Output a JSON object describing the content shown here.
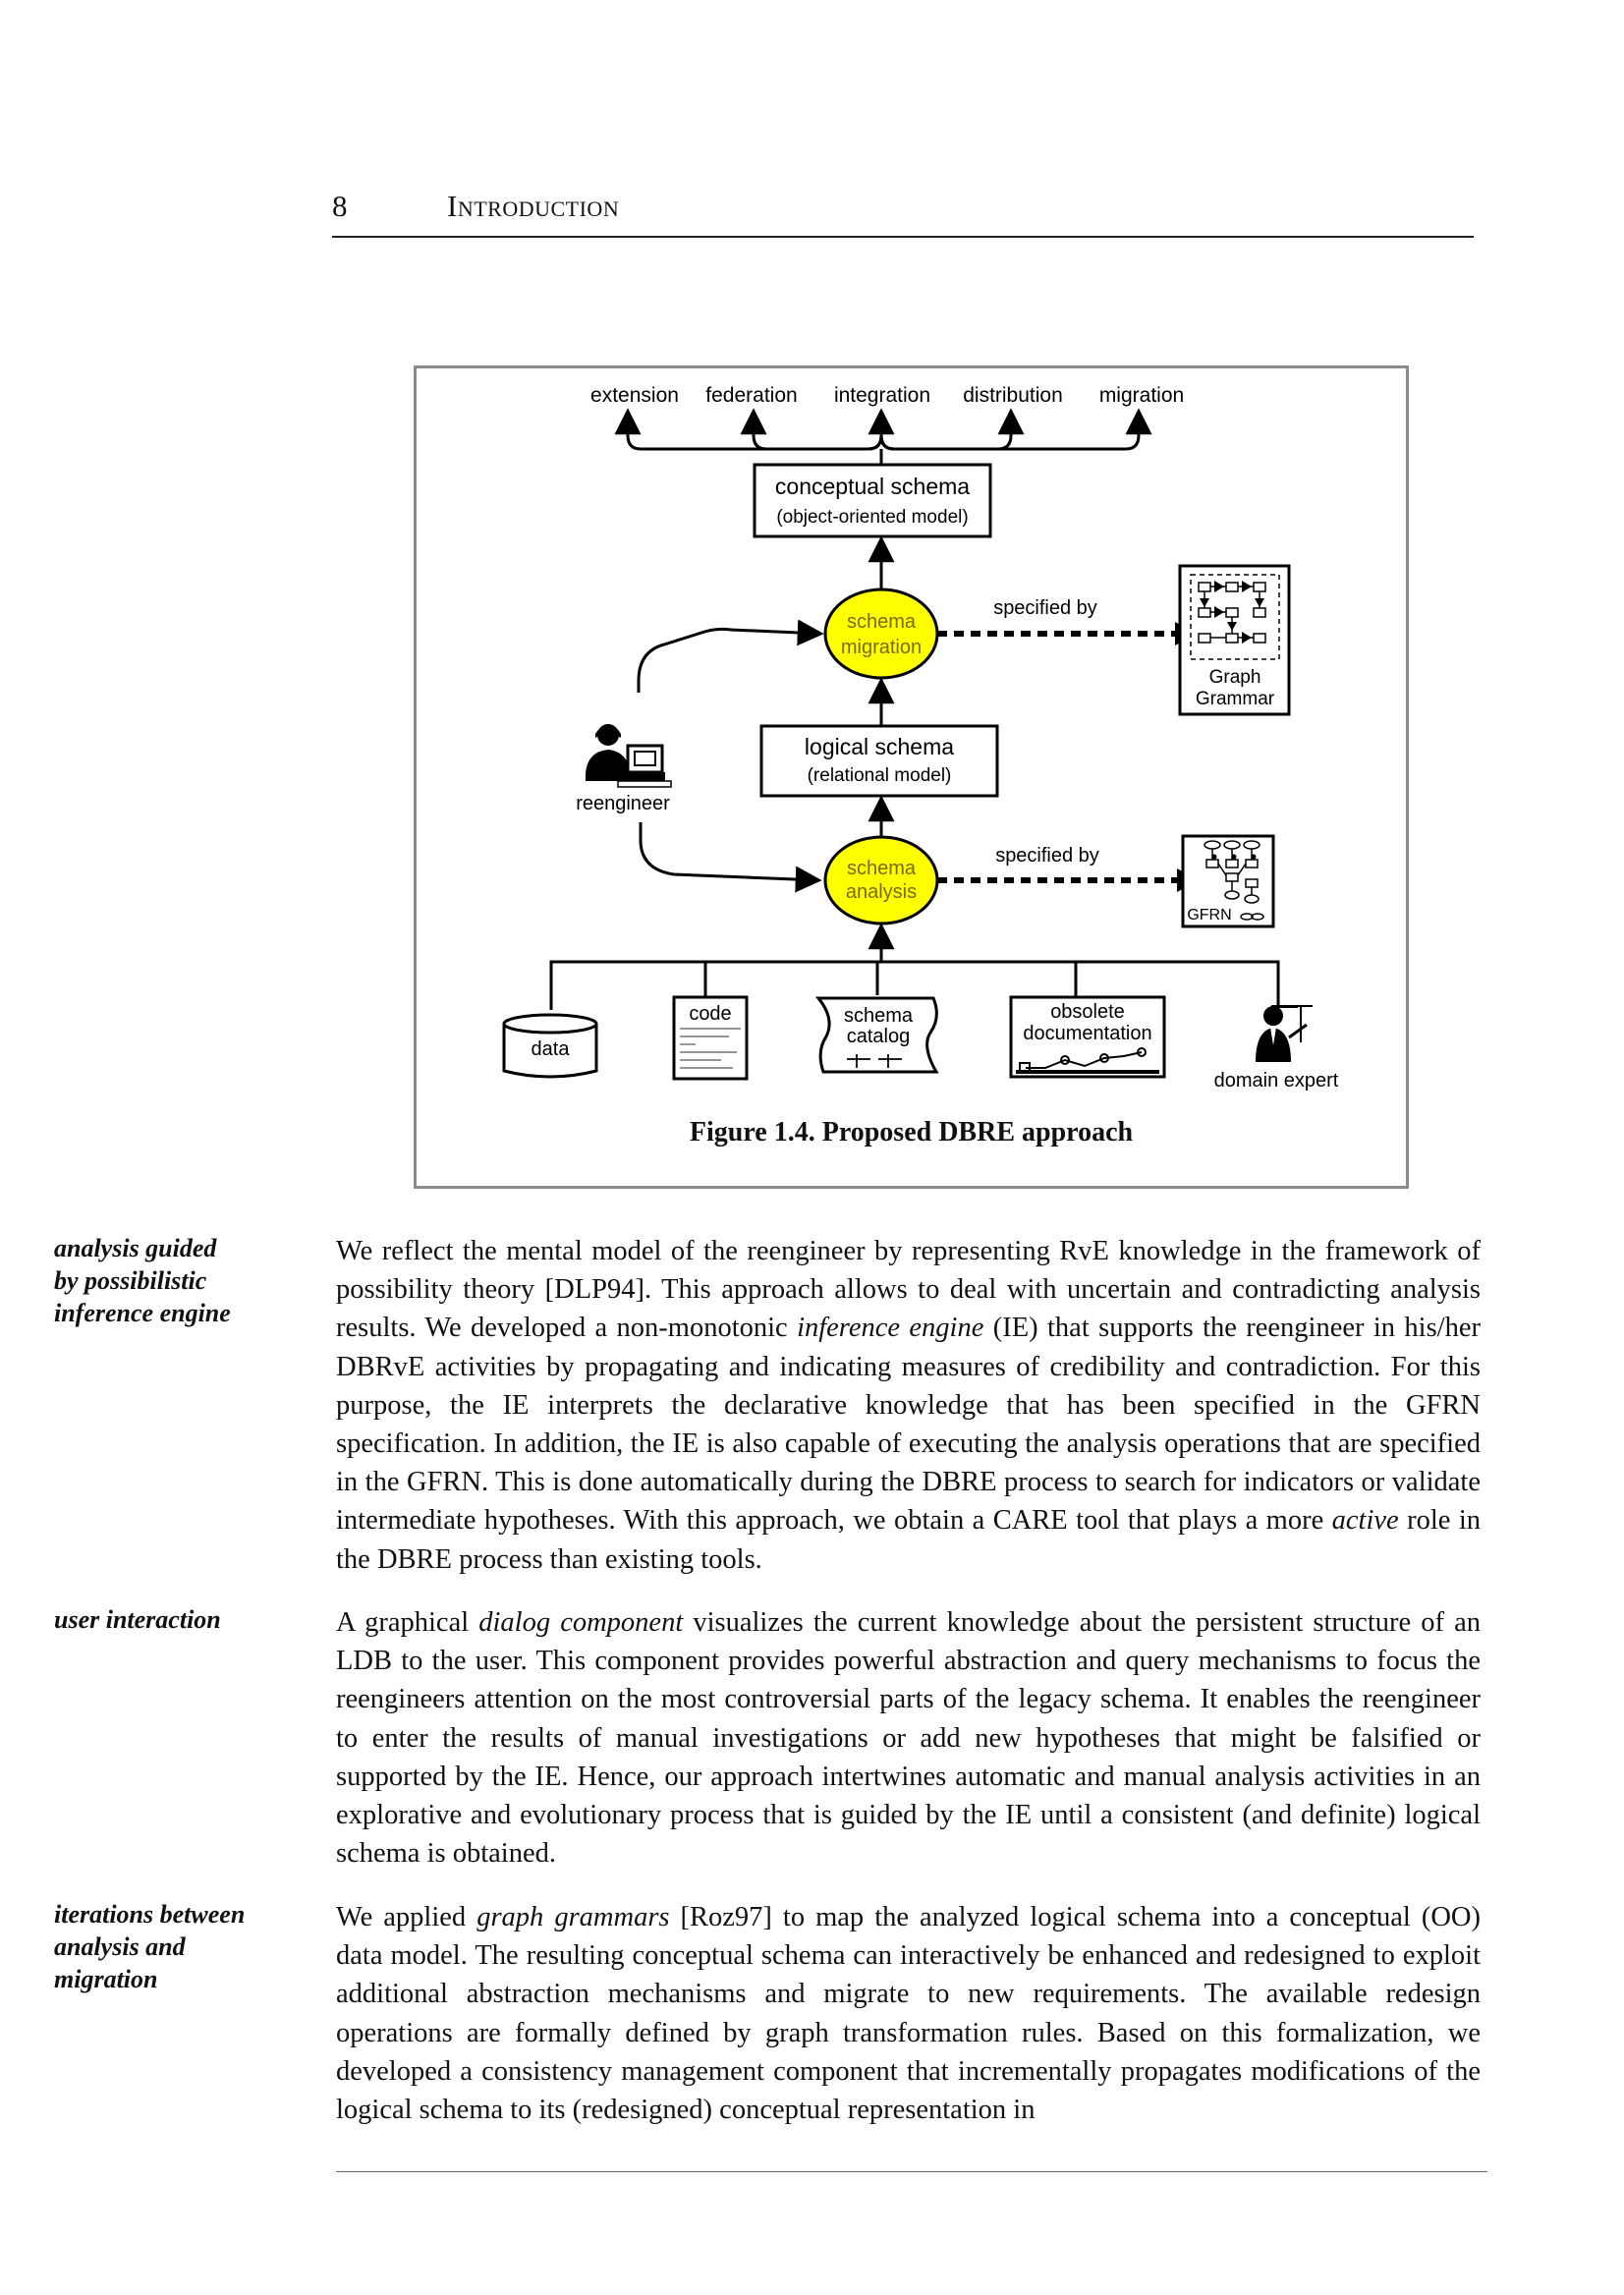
{
  "header": {
    "page_number": "8",
    "title": "Introduction"
  },
  "figure": {
    "top_labels": [
      "extension",
      "federation",
      "integration",
      "distribution",
      "migration"
    ],
    "conceptual_schema": {
      "title": "conceptual schema",
      "subtitle": "(object-oriented model)"
    },
    "schema_migration": {
      "line1": "schema",
      "line2": "migration"
    },
    "specified_by_top": "specified by",
    "graph_grammar": {
      "line1": "Graph",
      "line2": "Grammar"
    },
    "logical_schema": {
      "title": "logical schema",
      "subtitle": "(relational model)"
    },
    "reengineer": "reengineer",
    "schema_analysis": {
      "line1": "schema",
      "line2": "analysis"
    },
    "specified_by_bottom": "specified by",
    "gfrn": "GFRN",
    "sources": {
      "data": "data",
      "code": "code",
      "schema_catalog": {
        "line1": "schema",
        "line2": "catalog"
      },
      "obsolete_documentation": {
        "line1": "obsolete",
        "line2": "documentation"
      },
      "domain_expert": "domain expert"
    },
    "ellipse_color": "#ffff00",
    "caption": "Figure 1.4.  Proposed DBRE approach"
  },
  "sections": [
    {
      "margin_note": [
        "analysis guided",
        "by possibilistic",
        "inference engine"
      ],
      "segments": [
        {
          "t": "We reflect the mental model of the reengineer by representing RvE knowledge in the framework of possibility theory [DLP94]. This approach allows to deal with uncertain and contradicting analysis results. We developed a non-monotonic "
        },
        {
          "t": "inference engine",
          "i": true
        },
        {
          "t": " (IE) that supports the reengineer in his/her DBRvE activities by propagating and indicating measures of credibility and contradiction. For this purpose, the IE interprets the declarative knowledge that has been specified in the GFRN specification. In addition, the IE is also capable of executing the analysis operations that are specified in the GFRN. This is done automatically during the DBRE process to search for indicators or validate intermediate hypotheses. With this approach, we obtain a CARE tool that plays a more "
        },
        {
          "t": "active",
          "i": true
        },
        {
          "t": " role in the DBRE process than existing tools."
        }
      ]
    },
    {
      "margin_note": [
        "user interaction"
      ],
      "segments": [
        {
          "t": "A graphical "
        },
        {
          "t": "dialog component",
          "i": true
        },
        {
          "t": " visualizes the current knowledge about the persistent structure of an LDB to the user. This component provides powerful abstraction and query mechanisms to focus the reengineers attention on the most controversial parts of the legacy schema. It enables the reengineer to enter the results of manual investigations or add new hypotheses that might be falsified or supported by the IE. Hence, our approach intertwines automatic and manual analysis activities in an explorative and evolutionary process that is guided by the IE until a consistent (and definite) logical schema is obtained."
        }
      ]
    },
    {
      "margin_note": [
        "iterations between",
        "analysis and",
        "migration"
      ],
      "segments": [
        {
          "t": "We applied "
        },
        {
          "t": "graph grammars",
          "i": true
        },
        {
          "t": " [Roz97] to map the analyzed logical schema into a conceptual (OO) data model. The resulting conceptual schema can interactively be enhanced and redesigned to exploit additional abstraction mechanisms and migrate to new requirements. The available redesign operations are formally defined by graph transformation rules. Based on this formalization, we developed a consistency management component that incrementally propagates modifications of the logical schema to its (redesigned) conceptual representation in"
        }
      ]
    }
  ]
}
